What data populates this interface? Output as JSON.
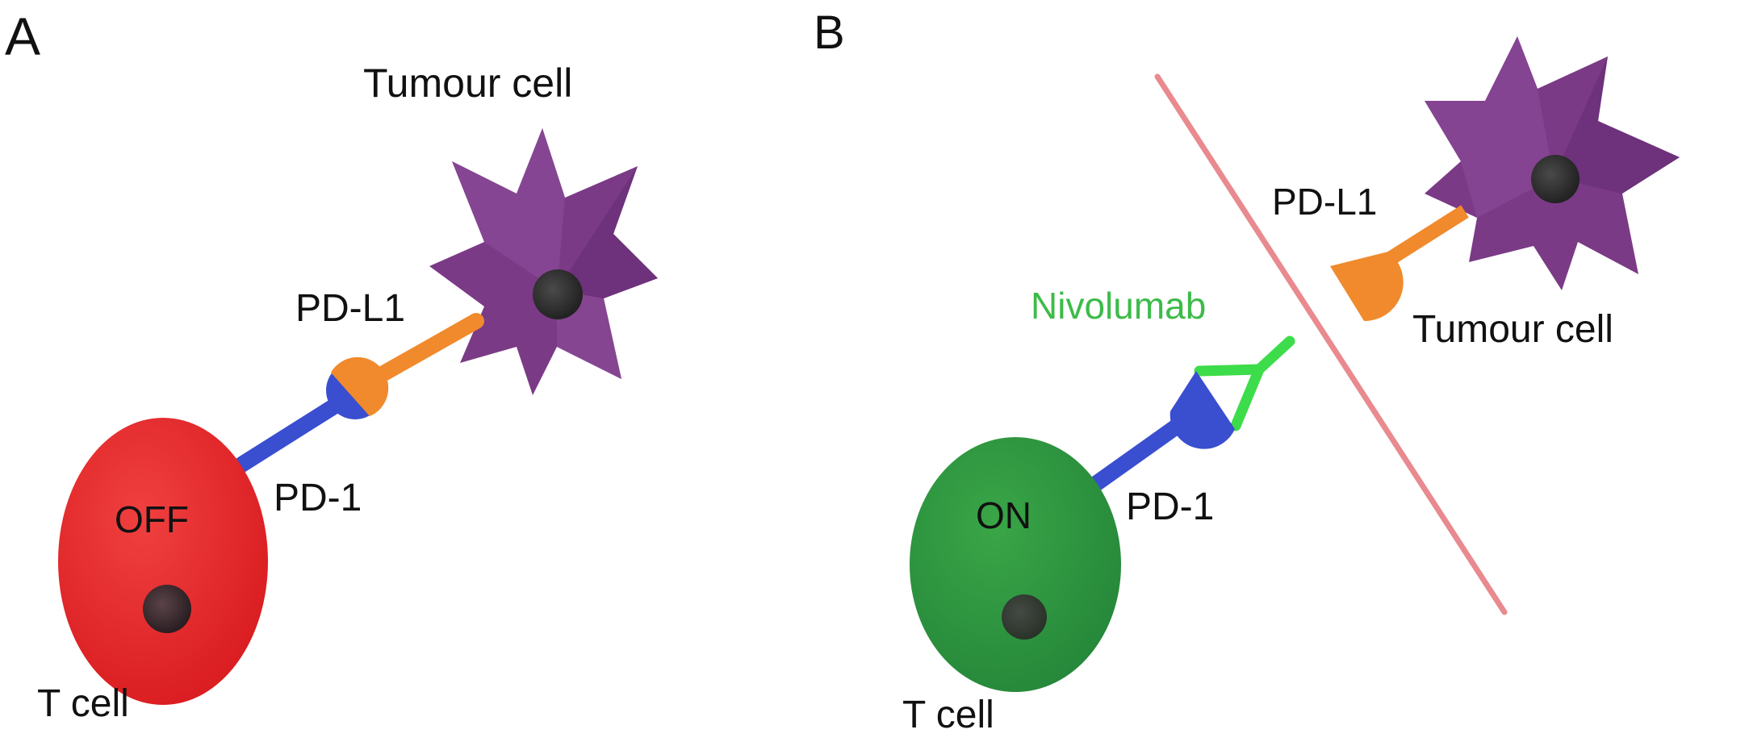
{
  "panels": {
    "a": {
      "letter": "A",
      "tumour_label": "Tumour cell",
      "ligand_label": "PD-L1",
      "receptor_label": "PD-1",
      "state_label": "OFF",
      "tcell_label": "T cell"
    },
    "b": {
      "letter": "B",
      "tumour_label": "Tumour cell",
      "ligand_label": "PD-L1",
      "drug_label": "Nivolumab",
      "receptor_label": "PD-1",
      "state_label": "ON",
      "tcell_label": "T cell"
    }
  },
  "colors": {
    "tcell_off": "#e8262a",
    "tcell_on": "#2f9a3c",
    "tumour": "#7b3a86",
    "pd1": "#3a4ed0",
    "pdl1": "#f08a2c",
    "antibody": "#3ddc4a",
    "block_line": "#e88a8f",
    "drug_text": "#3dbb4a"
  }
}
